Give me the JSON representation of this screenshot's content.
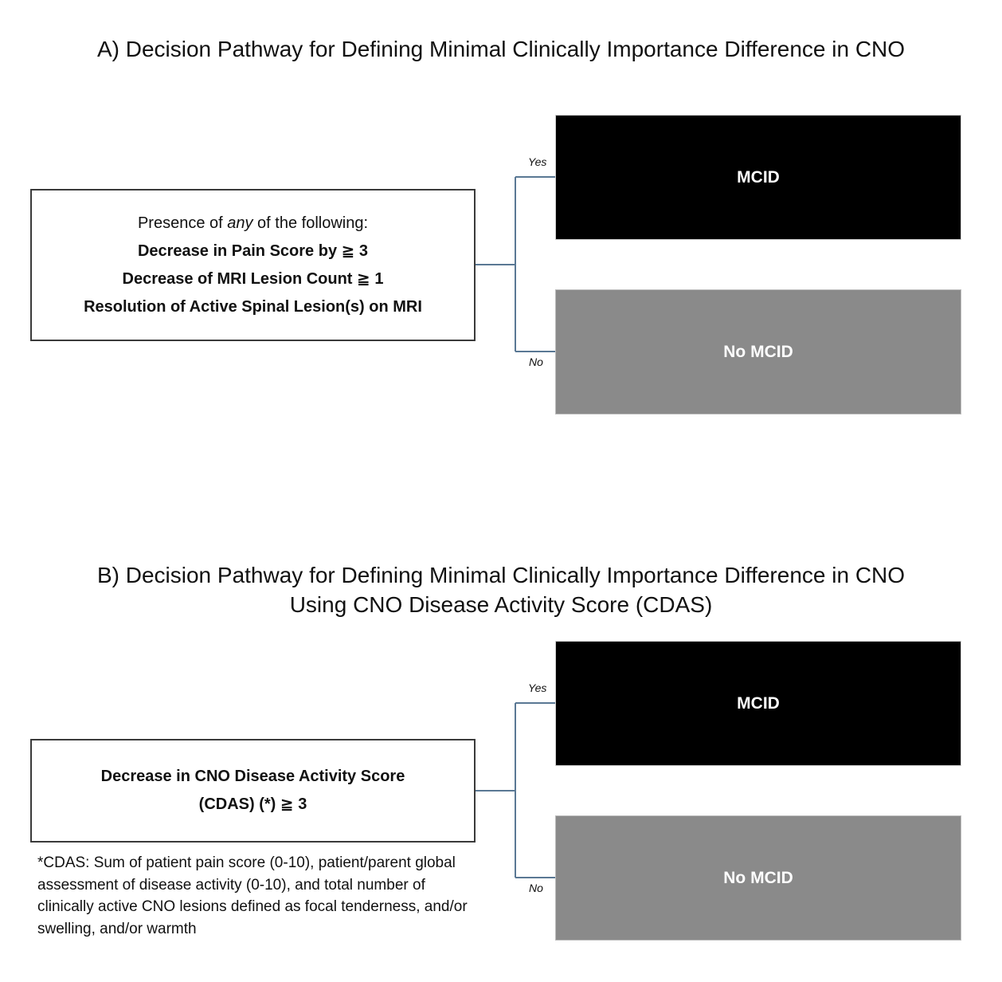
{
  "panel_a": {
    "title": "A) Decision Pathway  for Defining Minimal Clinically Importance Difference in CNO",
    "criteria": {
      "intro_prefix": "Presence of ",
      "intro_emphasis": "any",
      "intro_suffix": " of the following:",
      "items": [
        "Decrease in Pain Score by  ≧ 3",
        "Decrease of MRI Lesion Count ≧ 1",
        "Resolution of Active Spinal Lesion(s) on MRI"
      ]
    },
    "yes_label": "Yes",
    "no_label": "No",
    "yes_outcome": "MCID",
    "no_outcome": "No MCID"
  },
  "panel_b": {
    "title_line1": "B) Decision Pathway  for Defining Minimal Clinically Importance Difference in CNO",
    "title_line2": "Using CNO Disease Activity Score (CDAS)",
    "criteria": {
      "line1": "Decrease in CNO Disease Activity Score",
      "line2": "(CDAS) (*) ≧ 3"
    },
    "yes_label": "Yes",
    "no_label": "No",
    "yes_outcome": "MCID",
    "no_outcome": "No MCID",
    "footnote": "*CDAS: Sum of patient pain score (0-10), patient/parent global assessment of disease activity (0-10), and total number of clinically active CNO lesions defined as focal tenderness, and/or swelling, and/or warmth"
  },
  "colors": {
    "yes_box": "#000000",
    "no_box": "#8a8a8a",
    "connector": "#5a7894",
    "box_border": "#3a3a3a"
  }
}
